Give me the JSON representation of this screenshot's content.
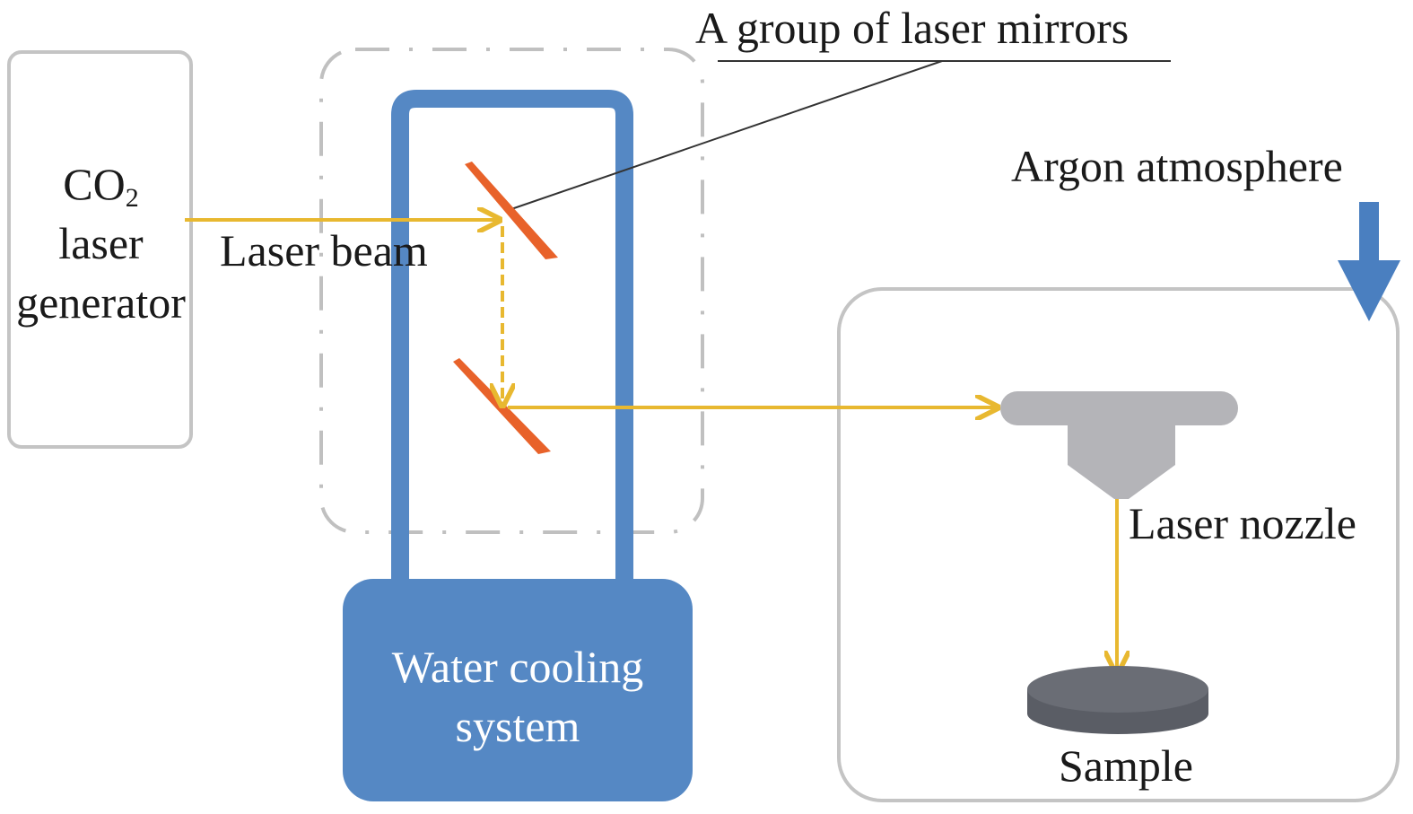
{
  "diagram": {
    "title_context": "CO2 laser processing setup schematic",
    "generator": {
      "line1_main": "CO",
      "line1_sub": "2",
      "line2": "laser",
      "line3": "generator"
    },
    "beam_label": "Laser beam",
    "mirrors_label": "A group of laser mirrors",
    "cooling": {
      "line1": "Water cooling",
      "line2": "system"
    },
    "argon_label": "Argon atmosphere",
    "nozzle_label": "Laser nozzle",
    "sample_label": "Sample",
    "colors": {
      "cooling_blue": "#5588c4",
      "argon_arrow_blue": "#4a7fc0",
      "beam_yellow": "#e8b830",
      "mirror_orange": "#e8622a",
      "nozzle_gray": "#b4b4b8",
      "sample_gray": "#6a6d75",
      "box_border_gray": "#c4c4c4",
      "leader_line": "#333333"
    }
  }
}
